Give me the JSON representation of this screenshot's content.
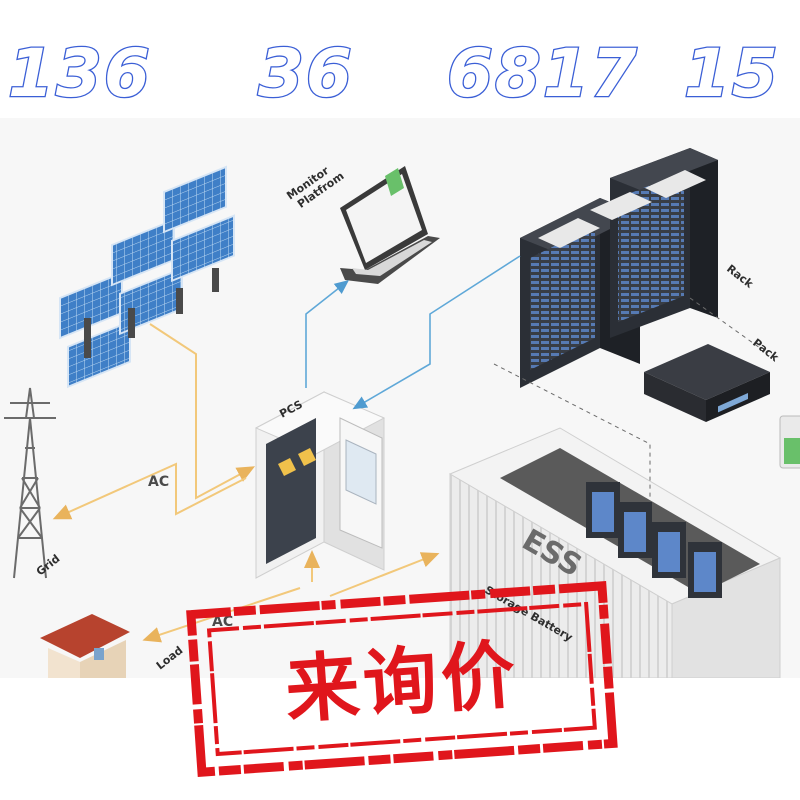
{
  "phone": {
    "segments": [
      "136",
      "36",
      "6817",
      "15"
    ]
  },
  "diagram": {
    "labels": {
      "monitor": [
        "Monitor",
        "Platfrom"
      ],
      "rack": "Rack",
      "pack": "Pack",
      "pcs": "PCS",
      "grid": "Grid",
      "load": "Load",
      "ac_top": "AC",
      "ac_bottom": "AC",
      "ess": "ESS",
      "storage_battery": "Storage Battery"
    }
  },
  "stamp": {
    "text": "来询价"
  },
  "colors": {
    "phone_outline": "#3b5fd6",
    "stamp_red": "#e0161c",
    "ac_line": "#f2c87a",
    "data_line": "#5fa8d8"
  }
}
